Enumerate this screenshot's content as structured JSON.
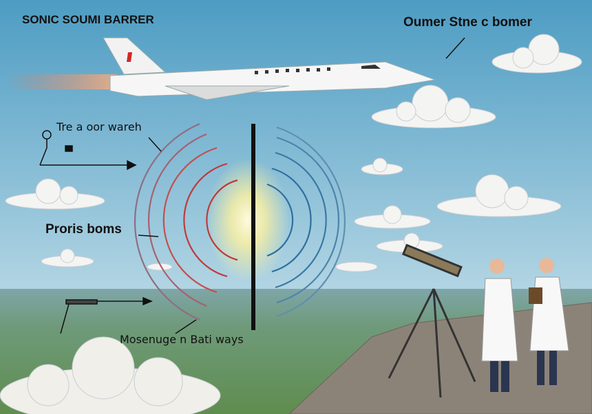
{
  "labels": {
    "title": "SONIC SOUMI BARRER",
    "top_right": "Oumer Stne c bomer",
    "wave_label": "Tre a oor wareh",
    "booms_label": "Proris boms",
    "bottom_label": "Mosenuge n Bati ways"
  },
  "colors": {
    "sky_top": "#4d9cc3",
    "sky_horizon": "#b4d6e4",
    "land": "#6f9a6a",
    "cliff": "#8c8378",
    "wave_left": "#c0393b",
    "wave_right": "#2f6f9e"
  }
}
